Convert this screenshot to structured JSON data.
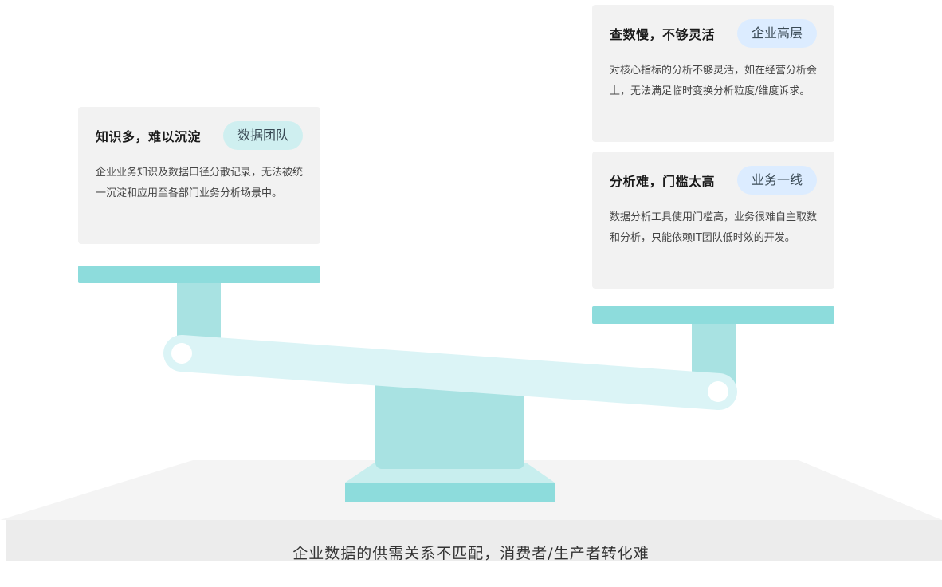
{
  "cards": {
    "left": {
      "title": "知识多，难以沉淀",
      "tag": "数据团队",
      "body": "企业业务知识及数据口径分散记录，无法被统一沉淀和应用至各部门业务分析场景中。"
    },
    "right_top": {
      "title": "查数慢，不够灵活",
      "tag": "企业高层",
      "body": "对核心指标的分析不够灵活，如在经营分析会上，无法满足临时变换分析粒度/维度诉求。"
    },
    "right_bottom": {
      "title": "分析难，门槛太高",
      "tag": "业务一线",
      "body": "数据分析工具使用门槛高，业务很难自主取数和分析，只能依赖IT团队低时效的开发。"
    }
  },
  "footer": {
    "caption": "企业数据的供需关系不匹配，消费者/生产者转化难"
  },
  "colors": {
    "tray": "#8ddcdc",
    "post": "#a8e2e2",
    "beam": "#dbf4f6",
    "platform": "#f4f4f4",
    "footer_band": "#ececec",
    "tag_teal": "#cfeff0",
    "tag_blue": "#dcecff"
  }
}
